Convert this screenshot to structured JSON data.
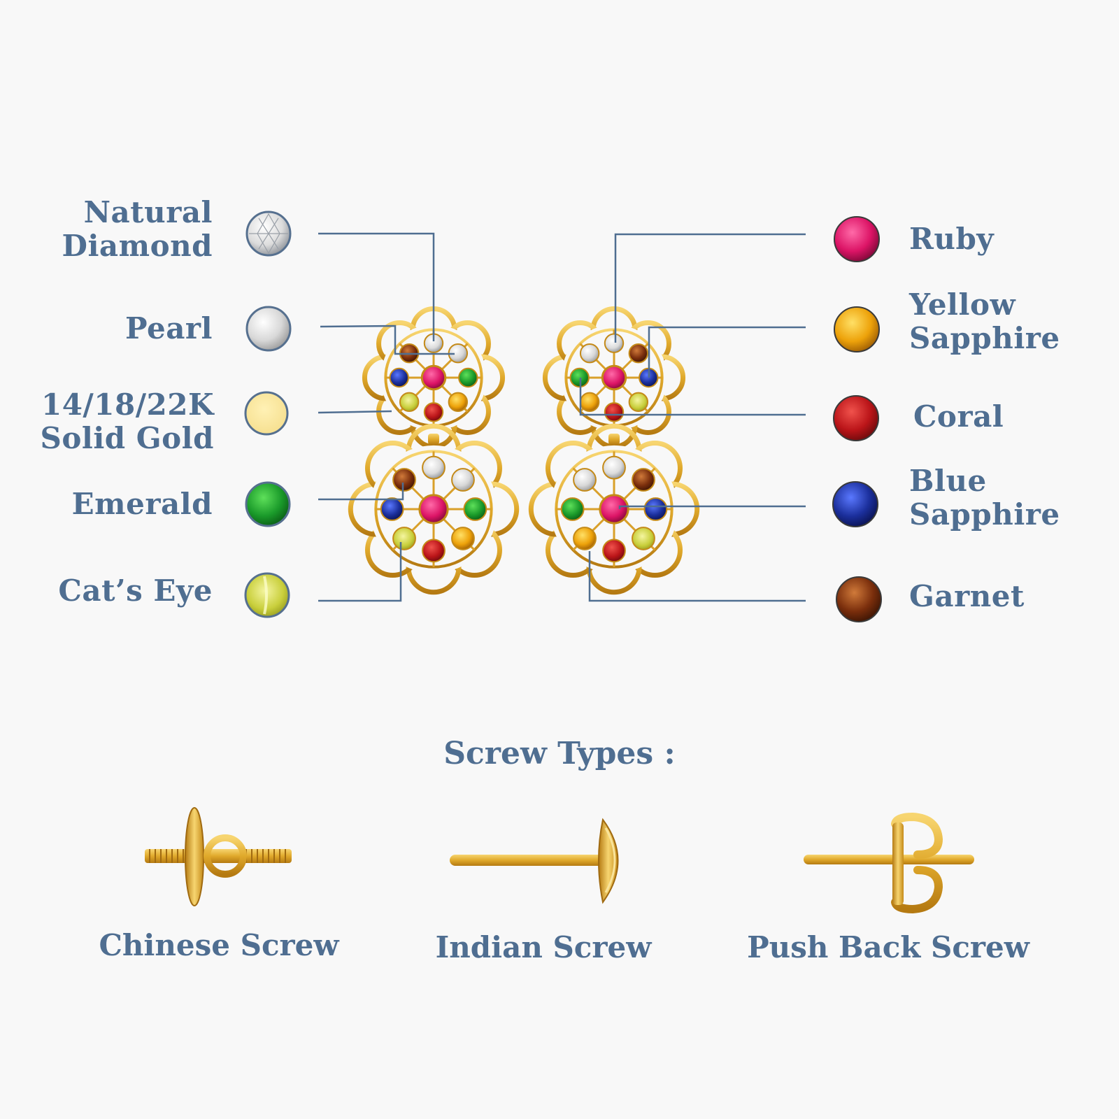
{
  "gemstones_left": [
    {
      "name": "Natural\nDiamond",
      "color": "#ffffff"
    },
    {
      "name": "Pearl",
      "color": "#e6e6e6"
    },
    {
      "name": "14/18/22K\nSolid Gold",
      "color": "#fbe79a"
    },
    {
      "name": "Emerald",
      "color": "#1e9a30"
    },
    {
      "name": "Cat’s Eye",
      "color": "#d4d94c"
    }
  ],
  "gemstones_right": [
    {
      "name": "Ruby",
      "color": "#e0186a"
    },
    {
      "name": "Yellow\nSapphire",
      "color": "#f2a50a"
    },
    {
      "name": "Coral",
      "color": "#c0181c"
    },
    {
      "name": "Blue\nSapphire",
      "color": "#1b2f9c"
    },
    {
      "name": "Garnet",
      "color": "#7a2e0c"
    }
  ],
  "screw_heading": "Screw Types :",
  "screws": [
    {
      "name": "Chinese Screw"
    },
    {
      "name": "Indian Screw"
    },
    {
      "name": "Push Back Screw"
    }
  ],
  "colors": {
    "text": "#4f6e91",
    "line": "#4f6e91",
    "gold": "#e0a92b",
    "gold_dark": "#b57a12"
  }
}
